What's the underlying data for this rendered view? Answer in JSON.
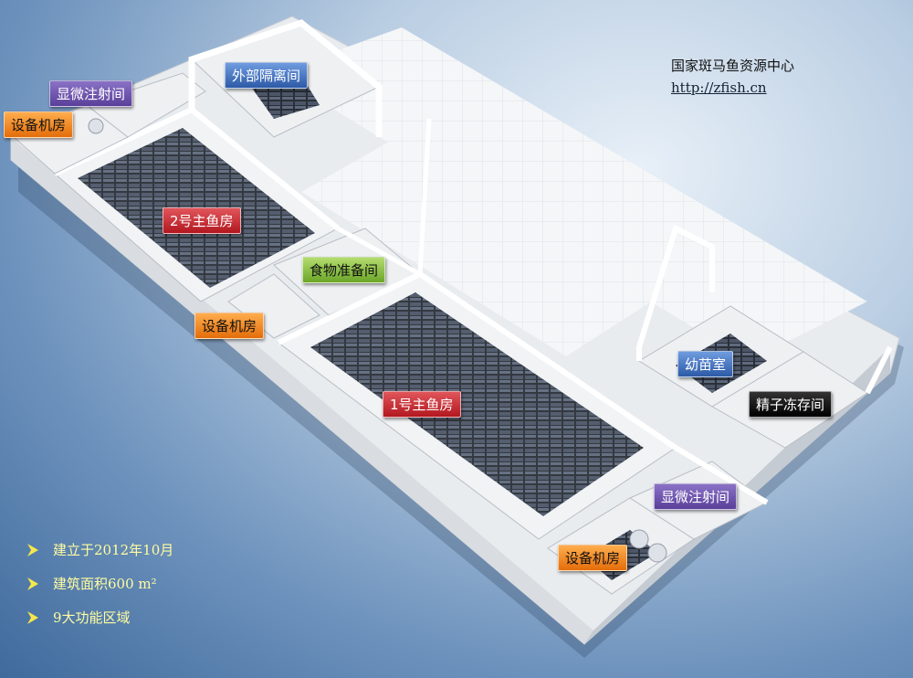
{
  "center": {
    "name": "国家斑马鱼资源中心",
    "url": "http://zfish.cn"
  },
  "rooms": {
    "micro_injection_1": "显微注射间",
    "equipment_1": "设备机房",
    "external_isolation": "外部隔离间",
    "fish_room_2": "2号主鱼房",
    "food_prep": "食物准备间",
    "equipment_2": "设备机房",
    "fish_room_1": "1号主鱼房",
    "nursery": "幼苗室",
    "sperm_freezing": "精子冻存间",
    "micro_injection_2": "显微注射间",
    "equipment_3": "设备机房"
  },
  "facts": [
    "建立于2012年10月",
    "建筑面积600 m²",
    "9大功能区域"
  ],
  "colors": {
    "label_purple": "#6a4fb0",
    "label_orange": "#f28a1e",
    "label_blue": "#3d6cc0",
    "label_red": "#c8232b",
    "label_green": "#8cc63f",
    "label_black": "#000000",
    "bullet_text": "#fffca0"
  }
}
